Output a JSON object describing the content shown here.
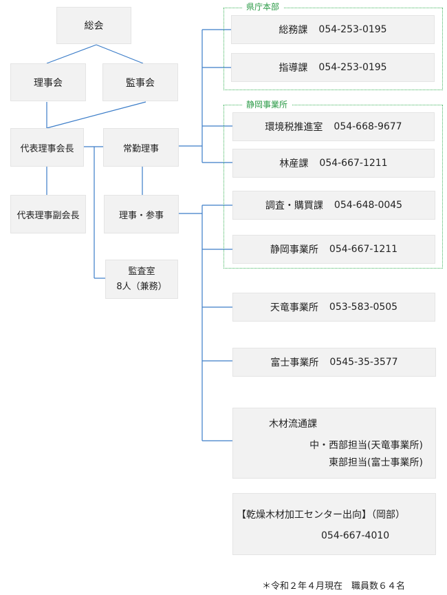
{
  "nodes": {
    "general_assembly": "総会",
    "board": "理事会",
    "audit_board": "監事会",
    "chairman": "代表理事会長",
    "vice_chairman": "代表理事副会長",
    "fulltime_director": "常勤理事",
    "director_counselor": "理事・参事",
    "audit_office": "監査室",
    "audit_office_staff": "8人（兼務）"
  },
  "groups": {
    "hq_label": "県庁本部",
    "shizuoka_label": "静岡事業所"
  },
  "departments": [
    {
      "name": "総務課",
      "phone": "054-253-0195"
    },
    {
      "name": "指導課",
      "phone": "054-253-0195"
    },
    {
      "name": "環境税推進室",
      "phone": "054-668-9677"
    },
    {
      "name": "林産課",
      "phone": "054-667-1211"
    },
    {
      "name": "調査・購買課",
      "phone": "054-648-0045"
    },
    {
      "name": "静岡事業所",
      "phone": "054-667-1211"
    },
    {
      "name": "天竜事業所",
      "phone": "053-583-0505"
    },
    {
      "name": "富士事業所",
      "phone": "0545-35-3577"
    }
  ],
  "timber": {
    "title": "木材流通課",
    "line1": "中・西部担当(天竜事業所)",
    "line2": "東部担当(富士事業所)"
  },
  "center": {
    "title": "【乾燥木材加工センター出向】（岡部）",
    "phone": "054-667-4010"
  },
  "footnote": "＊令和２年４月現在　職員数６４名",
  "colors": {
    "line": "#3a7cc8",
    "group_border": "#3cb35a",
    "box_bg": "#f2f2f2"
  }
}
